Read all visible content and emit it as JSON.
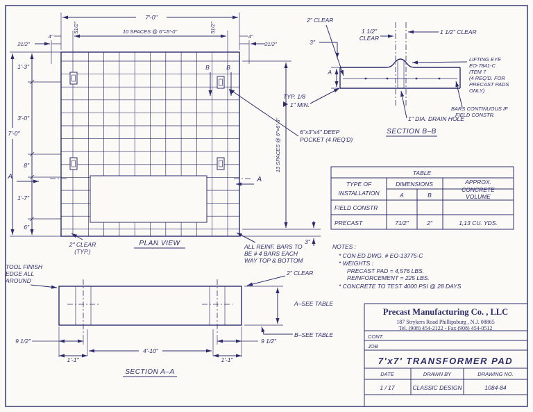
{
  "meta": {
    "ink": "#2c2c6e",
    "paper": "#fbfaf6"
  },
  "plan": {
    "title": "PLAN VIEW",
    "dims": {
      "top_total": "7'-0\"",
      "top_spaces": "10 SPACES @ 6\"=5'-0\"",
      "top_51_2_left": "51/2\"",
      "top_51_2_right": "51/2\"",
      "top_4_left": "4\"",
      "top_4_right": "4\"",
      "top_21_2_left": "21/2\"",
      "top_21_2_right": "21/2\"",
      "left_1_3": "1'-3\"",
      "left_3_0": "3'-0\"",
      "left_total": "7'-0\"",
      "left_8": "8\"",
      "left_1_7": "1'-7\"",
      "left_6": "6\"",
      "right_spaces": "13 SPACES @ 6\"=6'-6\"",
      "right_3": "3\"",
      "bottom_clear_1": "2\" CLEAR",
      "bottom_clear_2": "(TYP.)"
    },
    "section_a_left": "A",
    "section_a_right": "A",
    "section_b_left": "B",
    "section_b_right": "B",
    "pocket_note_1": "6\"x3\"x4\" DEEP",
    "pocket_note_2": "POCKET (4 REQ'D)",
    "reinf_note_1": "ALL REINF. BARS TO",
    "reinf_note_2": "BE # 4 BARS EACH",
    "reinf_note_3": "WAY TOP & BOTTOM"
  },
  "section_bb": {
    "title": "SECTION B–B",
    "clear_2": "2\" CLEAR",
    "dim_3": "3\"",
    "clear_left_1": "1 1/2\"",
    "clear_left_2": "CLEAR",
    "clear_right": "1 1/2\" CLEAR",
    "dim_a": "A",
    "weld_1": "TYP. 1/8",
    "weld_2": "1\" MIN.",
    "lifting_1": "LIFTING EYE",
    "lifting_2": "EO-7841-C",
    "lifting_3": "ITEM 7",
    "lifting_4": "(4 REQ'D. FOR",
    "lifting_5": "PRECAST PADS",
    "lifting_6": "ONLY)",
    "bars_1": "BARS CONTINUOUS IF",
    "bars_2": "FIELD CONSTR.",
    "drain": "1\" DIA. DRAIN HOLE"
  },
  "table": {
    "title": "TABLE",
    "col_type_1": "TYPE OF",
    "col_type_2": "INSTALLATION",
    "col_dims": "DIMENSIONS",
    "col_a": "A",
    "col_b": "B",
    "col_vol_1": "APPROX.",
    "col_vol_2": "CONCRETE",
    "col_vol_3": "VOLUME",
    "rows": [
      {
        "type": "FIELD CONSTR",
        "a": "",
        "b": "",
        "vol": ""
      },
      {
        "type": "PRECAST",
        "a": "71/2\"",
        "b": "2\"",
        "vol": "1,13 CU. YDS."
      }
    ]
  },
  "notes": {
    "heading": "NOTES :",
    "line1": "* CON ED DWG. # EO-13775-C",
    "line2": "* WEIGHTS :",
    "line3": "PRECAST PAD = 4,576 LBS.",
    "line4": "REINFORCEMENT = 225 LBS.",
    "line5": "* CONCRETE TO TEST 4000 PSI @ 28 DAYS"
  },
  "section_aa": {
    "title": "SECTION A–A",
    "tool_1": "TOOL FINISH",
    "tool_2": "EDGE ALL",
    "tool_3": "AROUND",
    "clear_2": "2\" CLEAR",
    "see_a": "A–SEE TABLE",
    "see_b": "B–SEE TABLE",
    "dim_9_left": "9 1/2\"",
    "dim_9_right": "9 1/2\"",
    "dim_1_1_left": "1'-1\"",
    "dim_mid": "4'-10\"",
    "dim_1_1_right": "1'-1\""
  },
  "title_block": {
    "company": "Precast Manufacturing Co. , LLC",
    "address": "187 Strykers Road Phillipsburg , N.J. 08865",
    "phone": "Tel. (908) 454-2122 - Fax (908) 454-0512",
    "cont_label": "CONT.",
    "job_label": "JOB",
    "drawing_title": "7'x7' TRANSFORMER PAD",
    "col_date": "DATE",
    "col_drawn": "DRAWN BY",
    "col_dwg_no": "DRAWING NO.",
    "date_value": "1 / 17",
    "drawn_value": "CLASSIC DESIGN",
    "dwg_no_value": "1084-84"
  }
}
